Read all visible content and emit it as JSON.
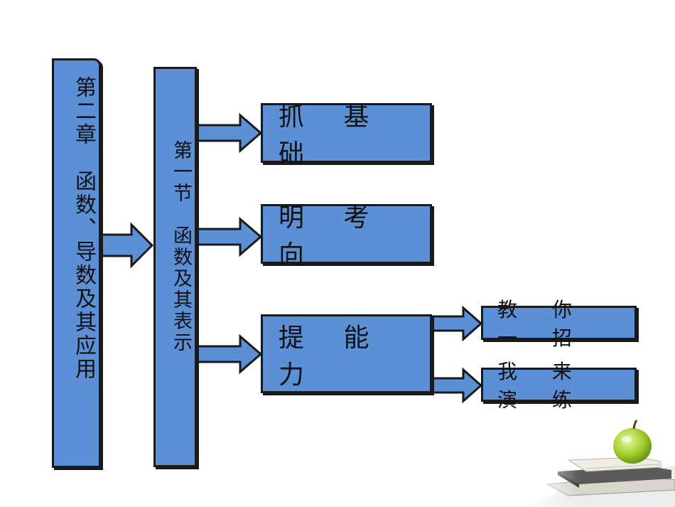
{
  "chapter": {
    "title": "第二章　函数、导数及其应用"
  },
  "section": {
    "title": "第一节　函数及其表示"
  },
  "modules": [
    {
      "label": "抓 基 础"
    },
    {
      "label": "明 考 向"
    },
    {
      "label": "提 能 力"
    }
  ],
  "sub_modules": [
    {
      "label": "教 你 一 招"
    },
    {
      "label": "我 来 演 练"
    }
  ],
  "colors": {
    "box_fill": "#5b8fd6",
    "border": "#1a1a1a"
  },
  "decoration": {
    "icon": "apple-on-books-icon"
  }
}
